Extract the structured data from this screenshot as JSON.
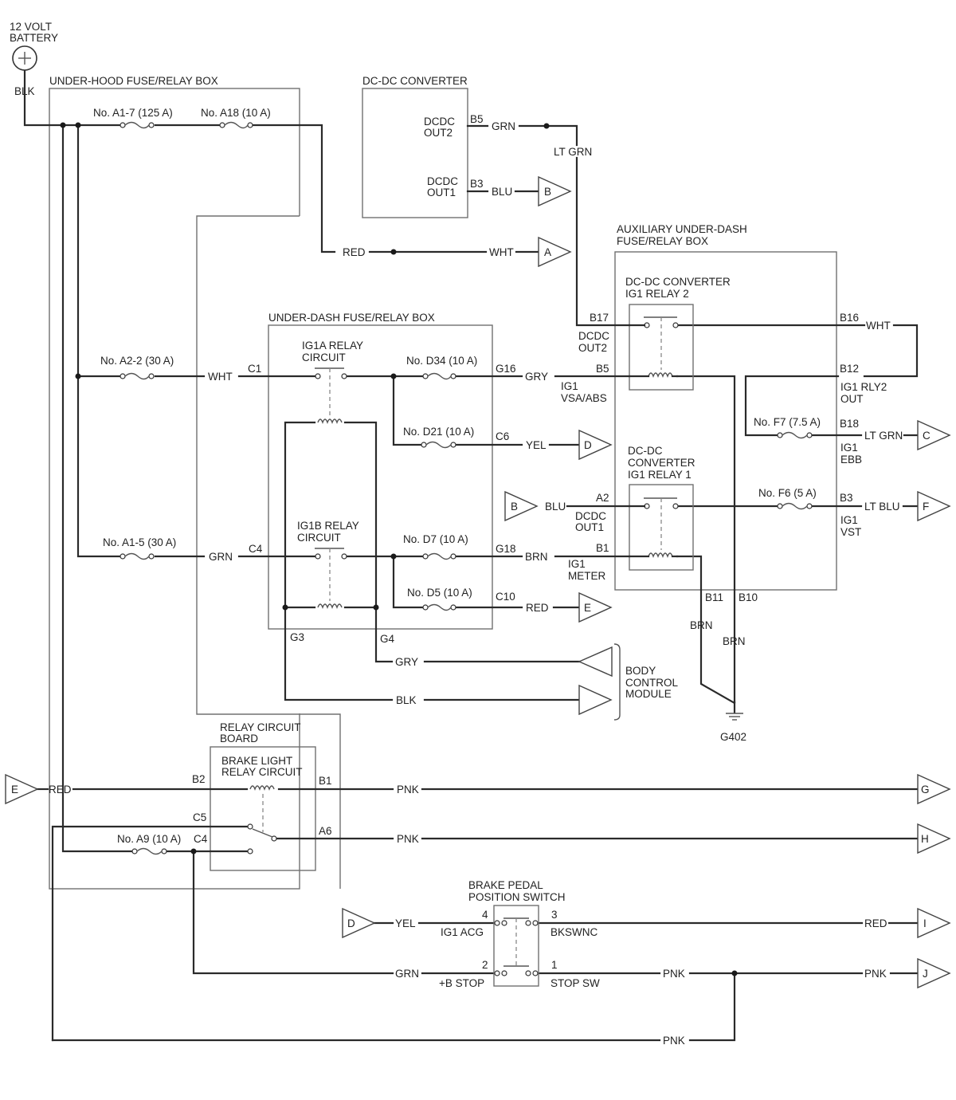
{
  "battery": {
    "label1": "12 VOLT",
    "label2": "BATTERY",
    "wire": "BLK"
  },
  "boxes": {
    "under_hood": "UNDER-HOOD FUSE/RELAY BOX",
    "dcdc": "DC-DC CONVERTER",
    "aux1": "AUXILIARY UNDER-DASH",
    "aux2": "FUSE/RELAY BOX",
    "under_dash": "UNDER-DASH FUSE/RELAY BOX",
    "relay_board1": "RELAY CIRCUIT",
    "relay_board2": "BOARD",
    "brake_relay1": "BRAKE LIGHT",
    "brake_relay2": "RELAY CIRCUIT",
    "bpps1": "BRAKE PEDAL",
    "bpps2": "POSITION SWITCH",
    "bcm1": "BODY",
    "bcm2": "CONTROL",
    "bcm3": "MODULE"
  },
  "fuses": {
    "a17": "No. A1-7 (125 A)",
    "a18": "No. A18 (10 A)",
    "a22": "No. A2-2 (30 A)",
    "a15": "No. A1-5 (30 A)",
    "a9": "No. A9 (10 A)",
    "d34": "No. D34 (10 A)",
    "d21": "No. D21 (10 A)",
    "d7": "No. D7 (10 A)",
    "d5": "No. D5 (10 A)",
    "f7": "No. F7 (7.5 A)",
    "f6": "No. F6 (5 A)"
  },
  "relays": {
    "ig1a1": "IG1A RELAY",
    "ig1a2": "CIRCUIT",
    "ig1b1": "IG1B RELAY",
    "ig1b2": "CIRCUIT",
    "r2a": "DC-DC CONVERTER",
    "r2b": "IG1 RELAY 2",
    "r1a": "DC-DC",
    "r1b": "CONVERTER",
    "r1c": "IG1 RELAY 1"
  },
  "dcdc_pins": {
    "out2a": "DCDC",
    "out2b": "OUT2",
    "out1a": "DCDC",
    "out1b": "OUT1",
    "b5": "B5",
    "b3": "B3"
  },
  "terminals": {
    "c1": "C1",
    "c4": "C4",
    "g16": "G16",
    "c6": "C6",
    "g18": "G18",
    "c10": "C10",
    "g3": "G3",
    "g4": "G4",
    "b17": "B17",
    "b5": "B5",
    "a2": "A2",
    "b1": "B1",
    "b16": "B16",
    "b12": "B12",
    "b18": "B18",
    "b3": "B3",
    "b11": "B11",
    "b10": "B10",
    "rb_b2": "B2",
    "rb_b1": "B1",
    "rb_c5": "C5",
    "rb_c4": "C4",
    "rb_a6": "A6",
    "p4": "4",
    "p3": "3",
    "p2": "2",
    "p1": "1"
  },
  "pin_names": {
    "dcdc_out2a": "DCDC",
    "dcdc_out2b": "OUT2",
    "ig1_vsa1": "IG1",
    "ig1_vsa2": "VSA/ABS",
    "dcdc_out1a": "DCDC",
    "dcdc_out1b": "OUT1",
    "ig1_meter1": "IG1",
    "ig1_meter2": "METER",
    "ig1_rly2a": "IG1 RLY2",
    "ig1_rly2b": "OUT",
    "ig1_ebb1": "IG1",
    "ig1_ebb2": "EBB",
    "ig1_vst1": "IG1",
    "ig1_vst2": "VST",
    "ig1_acg": "IG1 ACG",
    "bkswnc": "BKSWNC",
    "b_stop": "+B STOP",
    "stop_sw": "STOP SW"
  },
  "wires": {
    "grn": "GRN",
    "lt_grn": "LT GRN",
    "blu": "BLU",
    "red": "RED",
    "wht": "WHT",
    "gry": "GRY",
    "yel": "YEL",
    "brn": "BRN",
    "blk": "BLK",
    "pnk": "PNK",
    "lt_blu": "LT BLU"
  },
  "connectors": {
    "A": "A",
    "B": "B",
    "C": "C",
    "D": "D",
    "E": "E",
    "F": "F",
    "G": "G",
    "H": "H",
    "I": "I",
    "J": "J"
  },
  "ground": "G402"
}
